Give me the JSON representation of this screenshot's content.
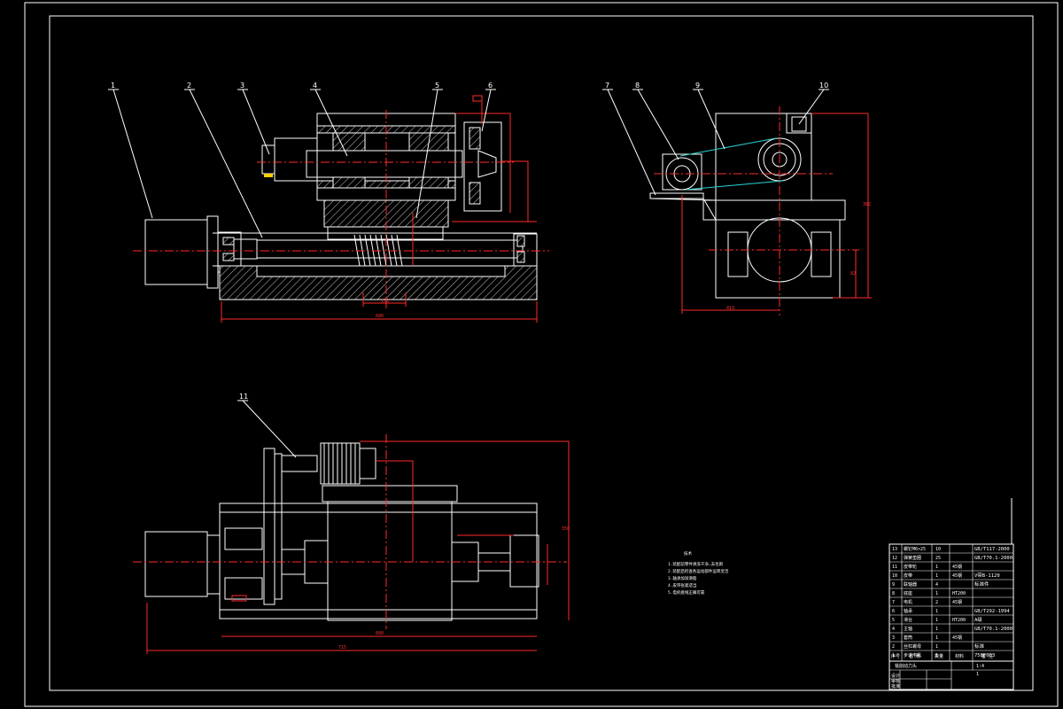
{
  "balloons": {
    "b1": "1",
    "b2": "2",
    "b3": "3",
    "b4": "4",
    "b5": "5",
    "b6": "6",
    "b7": "7",
    "b8": "8",
    "b9": "9",
    "b10": "10",
    "b11": "11"
  },
  "dimensions": {
    "main_length": "680",
    "main_center": "138",
    "side_width": "413",
    "side_height": "382",
    "side_right_mid": "82",
    "top_overall": "715",
    "top_base": "680",
    "top_right_h": "350"
  },
  "notes": {
    "title": "技术",
    "lines": [
      "1.装配前零件清洗干净,去毛刺",
      "2.装配后检查各运动部件运转灵活",
      "3.轴承加润滑脂",
      "4.皮带张紧适当",
      "5.电机接线正确可靠"
    ]
  },
  "bom": {
    "rows": [
      [
        "13",
        "螺钉M6×25",
        "10",
        "",
        "GB/T117-2000"
      ],
      [
        "12",
        "弹簧垫圈",
        "25",
        "",
        "GB/T70.1-2000"
      ],
      [
        "11",
        "皮带轮",
        "1",
        "45钢",
        ""
      ],
      [
        "10",
        "皮带",
        "1",
        "45钢",
        "V带B-1120"
      ],
      [
        "9",
        "联轴器",
        "4",
        "",
        "标准件"
      ],
      [
        "8",
        "底座",
        "1",
        "HT200",
        ""
      ],
      [
        "7",
        "电机",
        "2",
        "45钢",
        ""
      ],
      [
        "6",
        "轴承",
        "1",
        "",
        "GB/T292-1994"
      ],
      [
        "5",
        "滑台",
        "1",
        "HT200",
        "A级"
      ],
      [
        "4",
        "主轴",
        "1",
        "",
        "GB/T70.1-2000"
      ],
      [
        "3",
        "套筒",
        "1",
        "45钢",
        ""
      ],
      [
        "2",
        "丝杠螺母",
        "1",
        "",
        "标准"
      ],
      [
        "1",
        "步进电机",
        "1",
        "",
        "75BF003"
      ]
    ],
    "header": [
      "序号",
      "名 称",
      "数量",
      "材料",
      "备 注"
    ],
    "title_block": {
      "drawing_name": "铣削动力头",
      "scale": "1:4",
      "sheet": "1",
      "design": "设计",
      "check": "审核",
      "approve": "批准"
    }
  },
  "colors": {
    "background": "#000000",
    "line": "#ffffff",
    "dimension": "#ff2a2a",
    "belt": "#2ad4d4",
    "accent": "#ffd000"
  }
}
